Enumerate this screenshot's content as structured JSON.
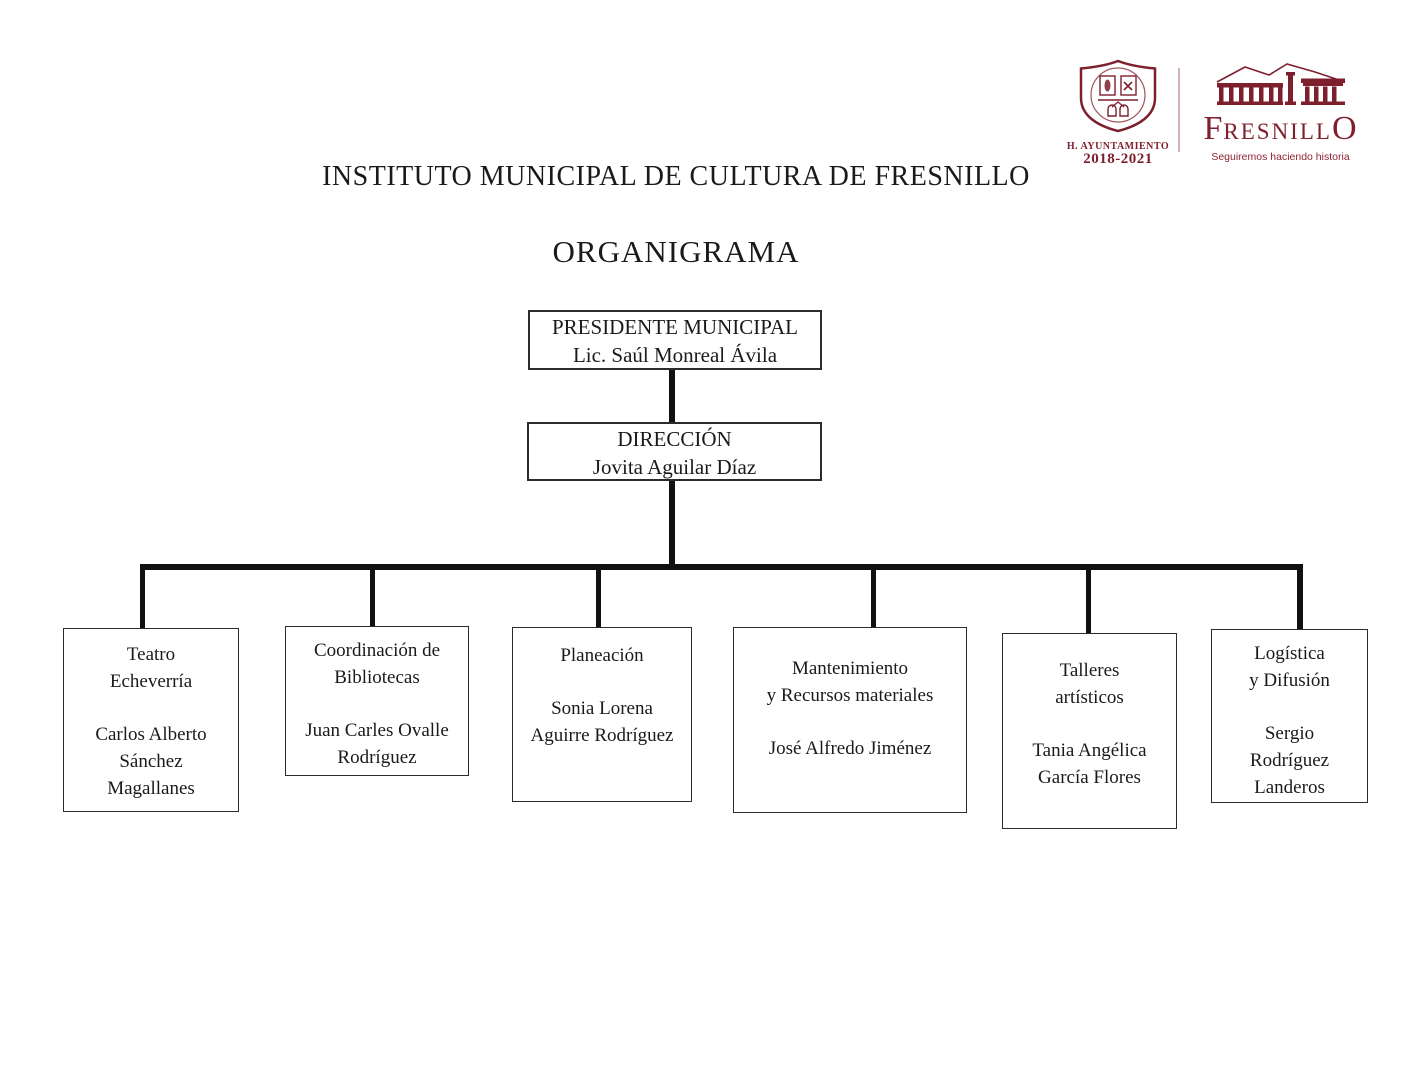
{
  "page": {
    "title": "INSTITUTO MUNICIPAL DE CULTURA DE FRESNILLO",
    "subtitle": "ORGANIGRAMA"
  },
  "branding": {
    "brand_color": "#7e1f2d",
    "crest_caption": "H. AYUNTAMIENTO",
    "crest_years": "2018-2021",
    "wordmark_first": "F",
    "wordmark_middle": "RESNILL",
    "wordmark_last": "O",
    "tagline": "Seguiremos haciendo historia"
  },
  "org_chart": {
    "root": {
      "title": "PRESIDENTE MUNICIPAL",
      "name": "Lic. Saúl Monreal Ávila"
    },
    "direction": {
      "title": "DIRECCIÓN",
      "name": "Jovita Aguilar Díaz"
    },
    "departments": [
      {
        "title": "Teatro\nEcheverría",
        "name": "Carlos Alberto\nSánchez\nMagallanes"
      },
      {
        "title": "Coordinación de\nBibliotecas",
        "name": "Juan Carles Ovalle\nRodríguez"
      },
      {
        "title": "Planeación",
        "name": "Sonia Lorena\nAguirre Rodríguez"
      },
      {
        "title": "Mantenimiento\ny Recursos materiales",
        "name": "José Alfredo Jiménez"
      },
      {
        "title": "Talleres\nartísticos",
        "name": "Tania Angélica\nGarcía Flores"
      },
      {
        "title": "Logística\ny Difusión",
        "name": "Sergio\nRodríguez\nLanderos"
      }
    ]
  }
}
